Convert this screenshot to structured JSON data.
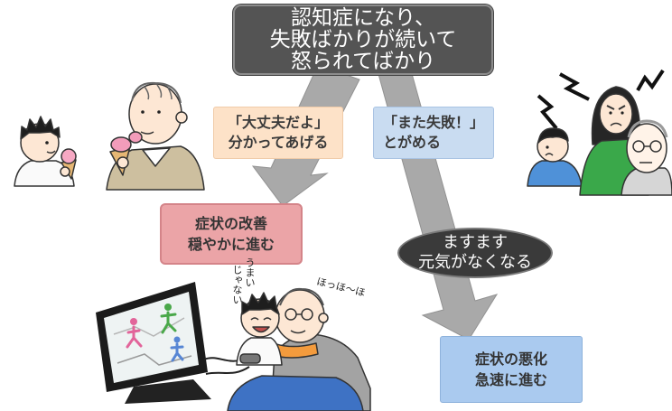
{
  "flow": {
    "cause": {
      "lines": [
        "認知症になり、",
        "失敗ばかりが続いて",
        "怒られてばかり"
      ]
    },
    "accept": {
      "lines": [
        "「大丈夫だよ」",
        "分かってあげる"
      ]
    },
    "blame": {
      "lines": [
        "「また失敗！」",
        "とがめる"
      ]
    },
    "improve": {
      "lines": [
        "症状の改善",
        "穏やかに進む"
      ]
    },
    "decline": {
      "lines": [
        "ますます",
        "元気がなくなる"
      ]
    },
    "worsen": {
      "lines": [
        "症状の悪化",
        "急速に進む"
      ]
    }
  },
  "speech": {
    "grandchild": [
      "うまい",
      "じゃない"
    ],
    "grandfather": "ほっほ〜ほ"
  },
  "colors": {
    "top_box": "#545454",
    "accept_box": "#fde2c8",
    "blame_box": "#c9dcf1",
    "improve_box": "#eba4a7",
    "decline_oval": "#3a3a3a",
    "worsen_box": "#aacaef",
    "arrow": "#a9a9a9"
  }
}
